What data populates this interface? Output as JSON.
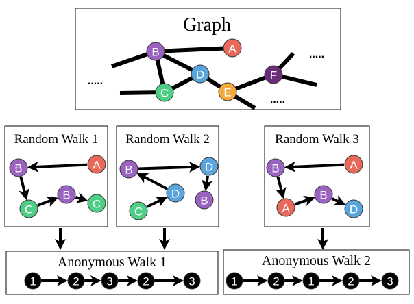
{
  "colors": {
    "A": "#e8695a",
    "B": "#9b63c1",
    "C": "#4fcf86",
    "D": "#5aa6dc",
    "E": "#f2aa3e",
    "F": "#6b2c7a",
    "anon": "#000000"
  },
  "graph": {
    "title": "Graph",
    "nodes": [
      "B",
      "A",
      "D",
      "C",
      "E",
      "F"
    ],
    "edges": [
      [
        "B",
        "A"
      ],
      [
        "B",
        "C"
      ],
      [
        "B",
        "D"
      ],
      [
        "D",
        "C"
      ],
      [
        "D",
        "E"
      ],
      [
        "E",
        "F"
      ]
    ],
    "ellipsis": "....."
  },
  "random_walks": [
    {
      "title": "Random Walk 1",
      "sequence": [
        "A",
        "B",
        "C",
        "B",
        "C"
      ]
    },
    {
      "title": "Random Walk 2",
      "sequence": [
        "C",
        "D",
        "B",
        "D",
        "B"
      ]
    },
    {
      "title": "Random Walk 3",
      "sequence": [
        "A",
        "B",
        "A",
        "B",
        "D"
      ]
    }
  ],
  "anonymous_walks": [
    {
      "title": "Anonymous Walk 1",
      "sequence": [
        "1",
        "2",
        "3",
        "2",
        "3"
      ]
    },
    {
      "title": "Anonymous Walk 2",
      "sequence": [
        "1",
        "2",
        "1",
        "2",
        "3"
      ]
    }
  ]
}
